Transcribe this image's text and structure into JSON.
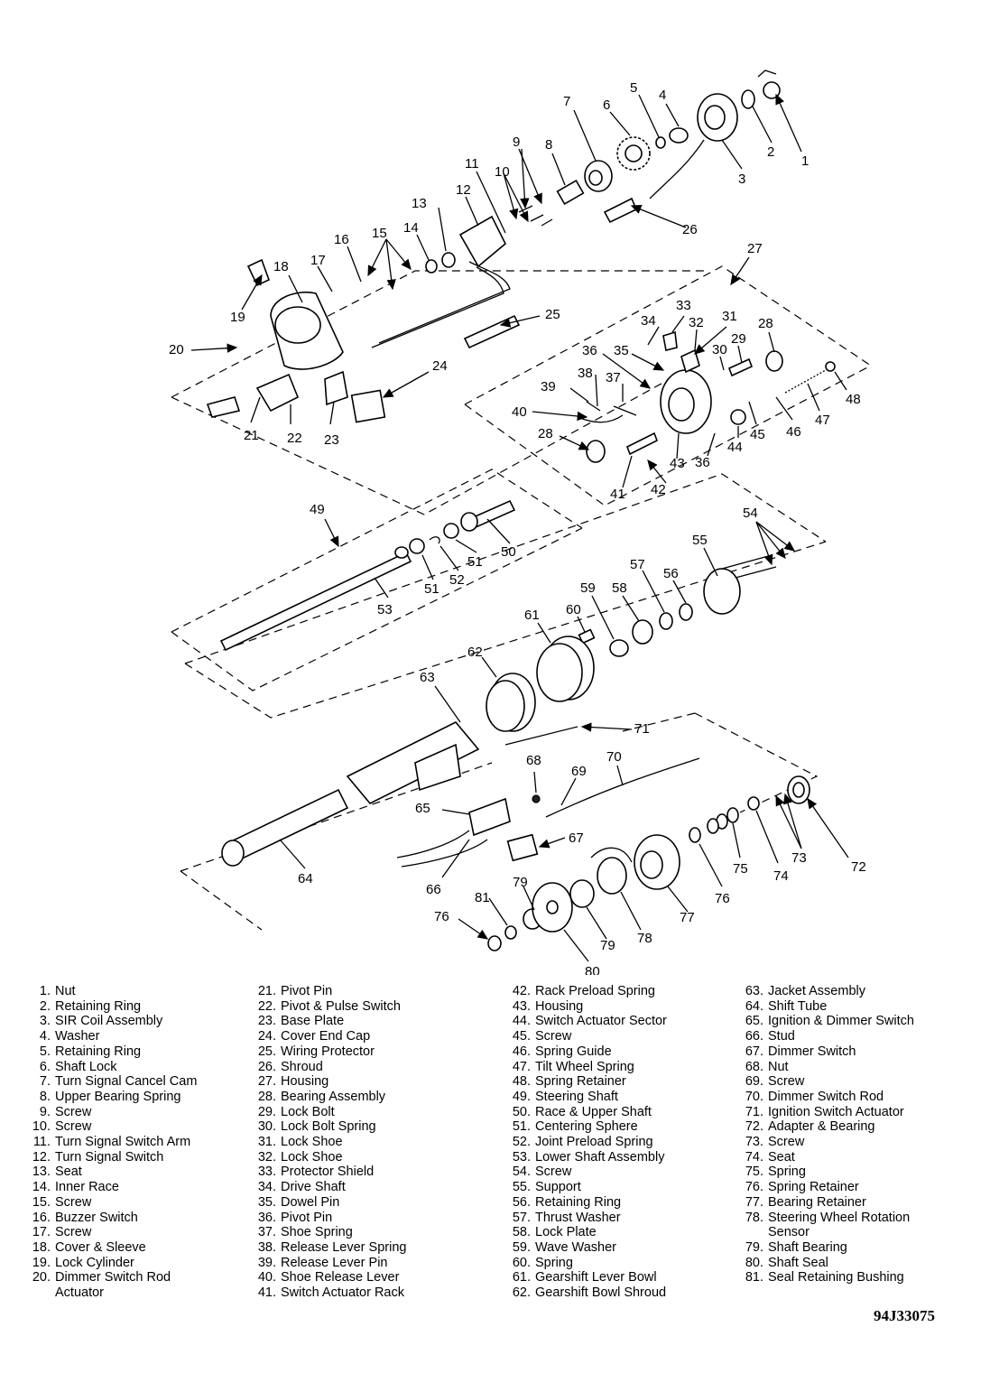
{
  "legend": {
    "col1": [
      {
        "n": "1.",
        "t": "Nut"
      },
      {
        "n": "2.",
        "t": "Retaining Ring"
      },
      {
        "n": "3.",
        "t": "SIR Coil Assembly"
      },
      {
        "n": "4.",
        "t": "Washer"
      },
      {
        "n": "5.",
        "t": "Retaining Ring"
      },
      {
        "n": "6.",
        "t": "Shaft Lock"
      },
      {
        "n": "7.",
        "t": "Turn Signal Cancel Cam"
      },
      {
        "n": "8.",
        "t": "Upper Bearing Spring"
      },
      {
        "n": "9.",
        "t": "Screw"
      },
      {
        "n": "10.",
        "t": "Screw"
      },
      {
        "n": "11.",
        "t": "Turn Signal Switch Arm"
      },
      {
        "n": "12.",
        "t": "Turn Signal Switch"
      },
      {
        "n": "13.",
        "t": "Seat"
      },
      {
        "n": "14.",
        "t": "Inner Race"
      },
      {
        "n": "15.",
        "t": "Screw"
      },
      {
        "n": "16.",
        "t": "Buzzer Switch"
      },
      {
        "n": "17.",
        "t": "Screw"
      },
      {
        "n": "18.",
        "t": "Cover & Sleeve"
      },
      {
        "n": "19.",
        "t": "Lock Cylinder"
      },
      {
        "n": "20.",
        "t": "Dimmer Switch Rod",
        "t2": "Actuator"
      }
    ],
    "col2": [
      {
        "n": "21.",
        "t": "Pivot Pin"
      },
      {
        "n": "22.",
        "t": "Pivot & Pulse Switch"
      },
      {
        "n": "23.",
        "t": "Base Plate"
      },
      {
        "n": "24.",
        "t": "Cover End Cap"
      },
      {
        "n": "25.",
        "t": "Wiring Protector"
      },
      {
        "n": "26.",
        "t": "Shroud"
      },
      {
        "n": "27.",
        "t": "Housing"
      },
      {
        "n": "28.",
        "t": "Bearing Assembly"
      },
      {
        "n": "29.",
        "t": "Lock Bolt"
      },
      {
        "n": "30.",
        "t": "Lock Bolt Spring"
      },
      {
        "n": "31.",
        "t": "Lock Shoe"
      },
      {
        "n": "32.",
        "t": "Lock Shoe"
      },
      {
        "n": "33.",
        "t": "Protector Shield"
      },
      {
        "n": "34.",
        "t": "Drive Shaft"
      },
      {
        "n": "35.",
        "t": "Dowel Pin"
      },
      {
        "n": "36.",
        "t": "Pivot Pin"
      },
      {
        "n": "37.",
        "t": "Shoe Spring"
      },
      {
        "n": "38.",
        "t": "Release Lever Spring"
      },
      {
        "n": "39.",
        "t": "Release Lever Pin"
      },
      {
        "n": "40.",
        "t": "Shoe Release Lever"
      },
      {
        "n": "41.",
        "t": "Switch Actuator Rack"
      }
    ],
    "col3": [
      {
        "n": "42.",
        "t": "Rack Preload Spring"
      },
      {
        "n": "43.",
        "t": "Housing"
      },
      {
        "n": "44.",
        "t": "Switch Actuator Sector"
      },
      {
        "n": "45.",
        "t": "Screw"
      },
      {
        "n": "46.",
        "t": "Spring Guide"
      },
      {
        "n": "47.",
        "t": "Tilt Wheel Spring"
      },
      {
        "n": "48.",
        "t": "Spring Retainer"
      },
      {
        "n": "49.",
        "t": "Steering Shaft"
      },
      {
        "n": "50.",
        "t": "Race & Upper Shaft"
      },
      {
        "n": "51.",
        "t": "Centering Sphere"
      },
      {
        "n": "52.",
        "t": "Joint Preload Spring"
      },
      {
        "n": "53.",
        "t": "Lower Shaft Assembly"
      },
      {
        "n": "54.",
        "t": "Screw"
      },
      {
        "n": "55.",
        "t": "Support"
      },
      {
        "n": "56.",
        "t": "Retaining Ring"
      },
      {
        "n": "57.",
        "t": "Thrust Washer"
      },
      {
        "n": "58.",
        "t": "Lock Plate"
      },
      {
        "n": "59.",
        "t": "Wave Washer"
      },
      {
        "n": "60.",
        "t": "Spring"
      },
      {
        "n": "61.",
        "t": "Gearshift Lever Bowl"
      },
      {
        "n": "62.",
        "t": "Gearshift Bowl Shroud"
      }
    ],
    "col4": [
      {
        "n": "63.",
        "t": "Jacket Assembly"
      },
      {
        "n": "64.",
        "t": "Shift Tube"
      },
      {
        "n": "65.",
        "t": "Ignition & Dimmer Switch"
      },
      {
        "n": "66.",
        "t": "Stud"
      },
      {
        "n": "67.",
        "t": "Dimmer Switch"
      },
      {
        "n": "68.",
        "t": "Nut"
      },
      {
        "n": "69.",
        "t": "Screw"
      },
      {
        "n": "70.",
        "t": "Dimmer Switch Rod"
      },
      {
        "n": "71.",
        "t": "Ignition Switch Actuator"
      },
      {
        "n": "72.",
        "t": "Adapter & Bearing"
      },
      {
        "n": "73.",
        "t": "Screw"
      },
      {
        "n": "74.",
        "t": "Seat"
      },
      {
        "n": "75.",
        "t": "Spring"
      },
      {
        "n": "76.",
        "t": "Spring Retainer"
      },
      {
        "n": "77.",
        "t": "Bearing Retainer"
      },
      {
        "n": "78.",
        "t": "Steering Wheel Rotation",
        "t2": "Sensor"
      },
      {
        "n": "79.",
        "t": "Shaft Bearing"
      },
      {
        "n": "80.",
        "t": "Shaft Seal"
      },
      {
        "n": "81.",
        "t": "Seal Retaining Bushing"
      }
    ]
  },
  "callouts": [
    {
      "id": "c1",
      "t": "1"
    },
    {
      "id": "c2",
      "t": "2"
    },
    {
      "id": "c3",
      "t": "3"
    },
    {
      "id": "c4",
      "t": "4"
    },
    {
      "id": "c5",
      "t": "5"
    },
    {
      "id": "c6",
      "t": "6"
    },
    {
      "id": "c7",
      "t": "7"
    },
    {
      "id": "c8",
      "t": "8"
    },
    {
      "id": "c9",
      "t": "9"
    },
    {
      "id": "c10",
      "t": "10"
    },
    {
      "id": "c11",
      "t": "11"
    },
    {
      "id": "c12",
      "t": "12"
    },
    {
      "id": "c13",
      "t": "13"
    },
    {
      "id": "c14",
      "t": "14"
    },
    {
      "id": "c15",
      "t": "15"
    },
    {
      "id": "c16",
      "t": "16"
    },
    {
      "id": "c17",
      "t": "17"
    },
    {
      "id": "c18",
      "t": "18"
    },
    {
      "id": "c19",
      "t": "19"
    },
    {
      "id": "c20",
      "t": "20"
    },
    {
      "id": "c21",
      "t": "21"
    },
    {
      "id": "c22",
      "t": "22"
    },
    {
      "id": "c23",
      "t": "23"
    },
    {
      "id": "c24",
      "t": "24"
    },
    {
      "id": "c25",
      "t": "25"
    },
    {
      "id": "c26",
      "t": "26"
    },
    {
      "id": "c27",
      "t": "27"
    },
    {
      "id": "c28a",
      "t": "28"
    },
    {
      "id": "c28b",
      "t": "28"
    },
    {
      "id": "c29",
      "t": "29"
    },
    {
      "id": "c30",
      "t": "30"
    },
    {
      "id": "c31",
      "t": "31"
    },
    {
      "id": "c32",
      "t": "32"
    },
    {
      "id": "c33",
      "t": "33"
    },
    {
      "id": "c34",
      "t": "34"
    },
    {
      "id": "c35",
      "t": "35"
    },
    {
      "id": "c36a",
      "t": "36"
    },
    {
      "id": "c36b",
      "t": "36"
    },
    {
      "id": "c37",
      "t": "37"
    },
    {
      "id": "c38",
      "t": "38"
    },
    {
      "id": "c39",
      "t": "39"
    },
    {
      "id": "c40",
      "t": "40"
    },
    {
      "id": "c41",
      "t": "41"
    },
    {
      "id": "c42",
      "t": "42"
    },
    {
      "id": "c43",
      "t": "43"
    },
    {
      "id": "c44",
      "t": "44"
    },
    {
      "id": "c45",
      "t": "45"
    },
    {
      "id": "c46",
      "t": "46"
    },
    {
      "id": "c47",
      "t": "47"
    },
    {
      "id": "c48",
      "t": "48"
    },
    {
      "id": "c49",
      "t": "49"
    },
    {
      "id": "c50",
      "t": "50"
    },
    {
      "id": "c51a",
      "t": "51"
    },
    {
      "id": "c51b",
      "t": "51"
    },
    {
      "id": "c52",
      "t": "52"
    },
    {
      "id": "c53",
      "t": "53"
    },
    {
      "id": "c54",
      "t": "54"
    },
    {
      "id": "c55",
      "t": "55"
    },
    {
      "id": "c56",
      "t": "56"
    },
    {
      "id": "c57",
      "t": "57"
    },
    {
      "id": "c58",
      "t": "58"
    },
    {
      "id": "c59",
      "t": "59"
    },
    {
      "id": "c60",
      "t": "60"
    },
    {
      "id": "c61",
      "t": "61"
    },
    {
      "id": "c62",
      "t": "62"
    },
    {
      "id": "c63",
      "t": "63"
    },
    {
      "id": "c64",
      "t": "64"
    },
    {
      "id": "c65",
      "t": "65"
    },
    {
      "id": "c66",
      "t": "66"
    },
    {
      "id": "c67",
      "t": "67"
    },
    {
      "id": "c68",
      "t": "68"
    },
    {
      "id": "c69",
      "t": "69"
    },
    {
      "id": "c70",
      "t": "70"
    },
    {
      "id": "c71",
      "t": "71"
    },
    {
      "id": "c72",
      "t": "72"
    },
    {
      "id": "c73",
      "t": "73"
    },
    {
      "id": "c74",
      "t": "74"
    },
    {
      "id": "c75",
      "t": "75"
    },
    {
      "id": "c76a",
      "t": "76"
    },
    {
      "id": "c76b",
      "t": "76"
    },
    {
      "id": "c77",
      "t": "77"
    },
    {
      "id": "c78",
      "t": "78"
    },
    {
      "id": "c79a",
      "t": "79"
    },
    {
      "id": "c79b",
      "t": "79"
    },
    {
      "id": "c80",
      "t": "80"
    },
    {
      "id": "c81",
      "t": "81"
    }
  ],
  "figure_code": "94J33075"
}
